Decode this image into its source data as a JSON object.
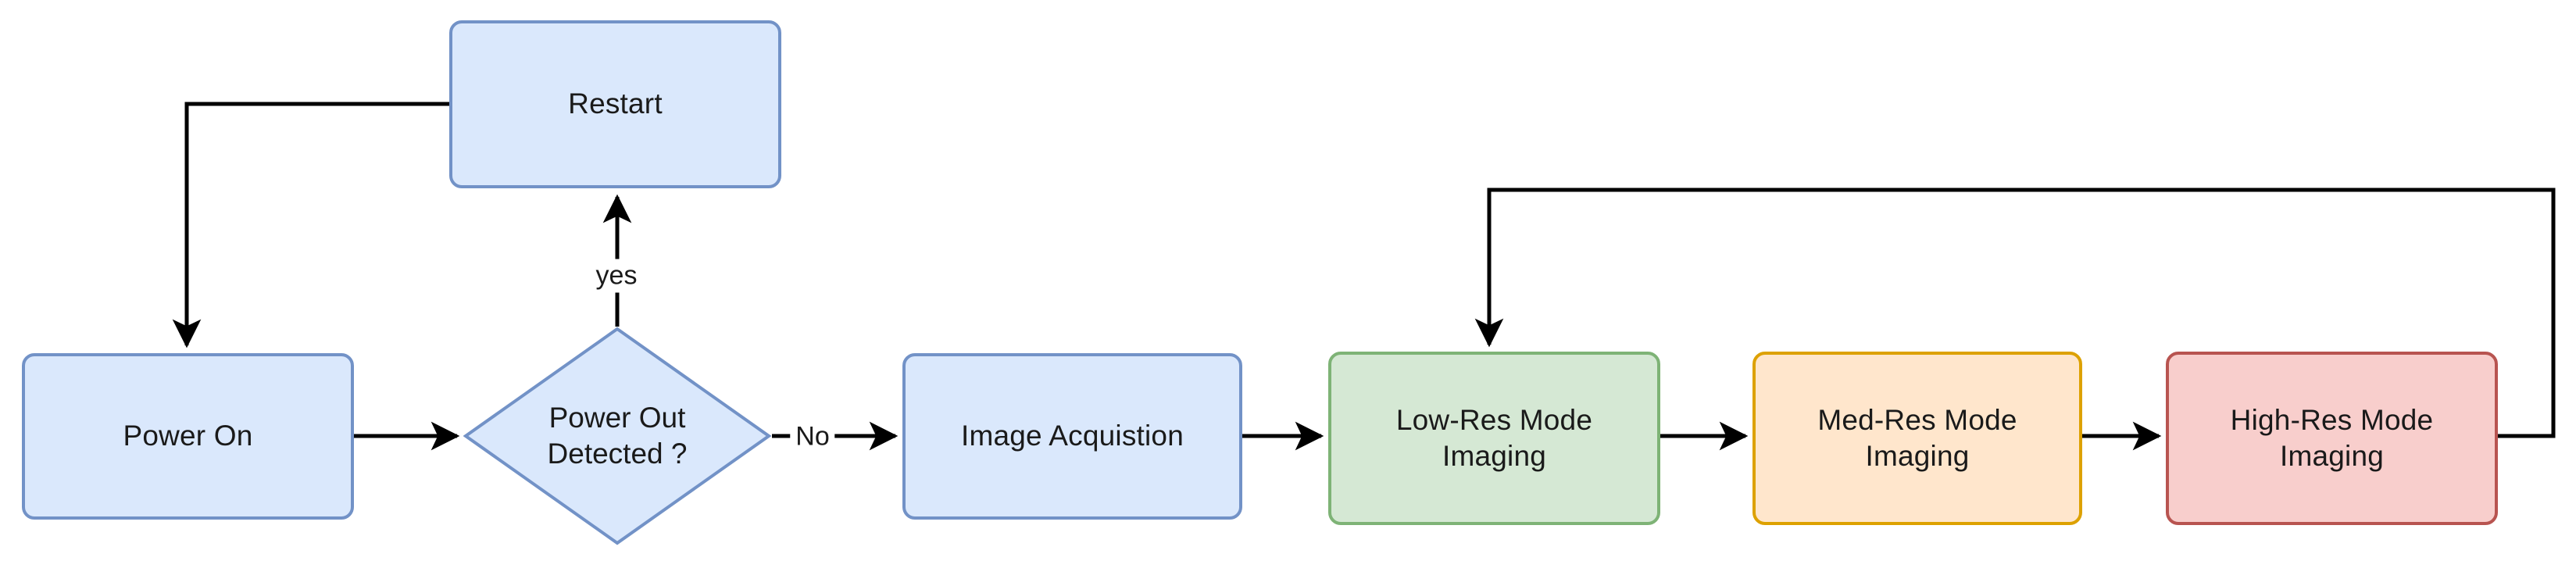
{
  "diagram": {
    "type": "flowchart",
    "orientation": "left-to-right",
    "background": "#ffffff",
    "palette": {
      "blue_fill": "#dae8fc",
      "blue_stroke": "#7292c7",
      "green_fill": "#d5e8d4",
      "green_stroke": "#7eb376",
      "orange_fill": "#ffe6cc",
      "orange_stroke": "#dda100",
      "red_fill": "#f8cecc",
      "red_stroke": "#b85450",
      "edge_stroke": "#000000",
      "text": "#1a1a1a"
    },
    "nodes": [
      {
        "id": "restart",
        "label": "Restart",
        "shape": "rounded-rect",
        "color": "blue"
      },
      {
        "id": "power_on",
        "label": "Power On",
        "shape": "rounded-rect",
        "color": "blue"
      },
      {
        "id": "decision",
        "label": "Power Out\nDetected ?",
        "shape": "diamond",
        "color": "blue"
      },
      {
        "id": "image_acq",
        "label": "Image Acquistion",
        "shape": "rounded-rect",
        "color": "blue"
      },
      {
        "id": "low_res",
        "label": "Low-Res Mode\nImaging",
        "shape": "rounded-rect",
        "color": "green"
      },
      {
        "id": "med_res",
        "label": "Med-Res Mode\nImaging",
        "shape": "rounded-rect",
        "color": "orange"
      },
      {
        "id": "high_res",
        "label": "High-Res Mode\nImaging",
        "shape": "rounded-rect",
        "color": "red"
      }
    ],
    "edge_labels": {
      "yes": "yes",
      "no": "No"
    },
    "edges": [
      {
        "from": "restart",
        "to": "power_on",
        "label": ""
      },
      {
        "from": "power_on",
        "to": "decision",
        "label": ""
      },
      {
        "from": "decision",
        "to": "restart",
        "label": "yes"
      },
      {
        "from": "decision",
        "to": "image_acq",
        "label": "No"
      },
      {
        "from": "image_acq",
        "to": "low_res",
        "label": ""
      },
      {
        "from": "low_res",
        "to": "med_res",
        "label": ""
      },
      {
        "from": "med_res",
        "to": "high_res",
        "label": ""
      },
      {
        "from": "high_res",
        "to": "low_res",
        "label": ""
      }
    ]
  }
}
